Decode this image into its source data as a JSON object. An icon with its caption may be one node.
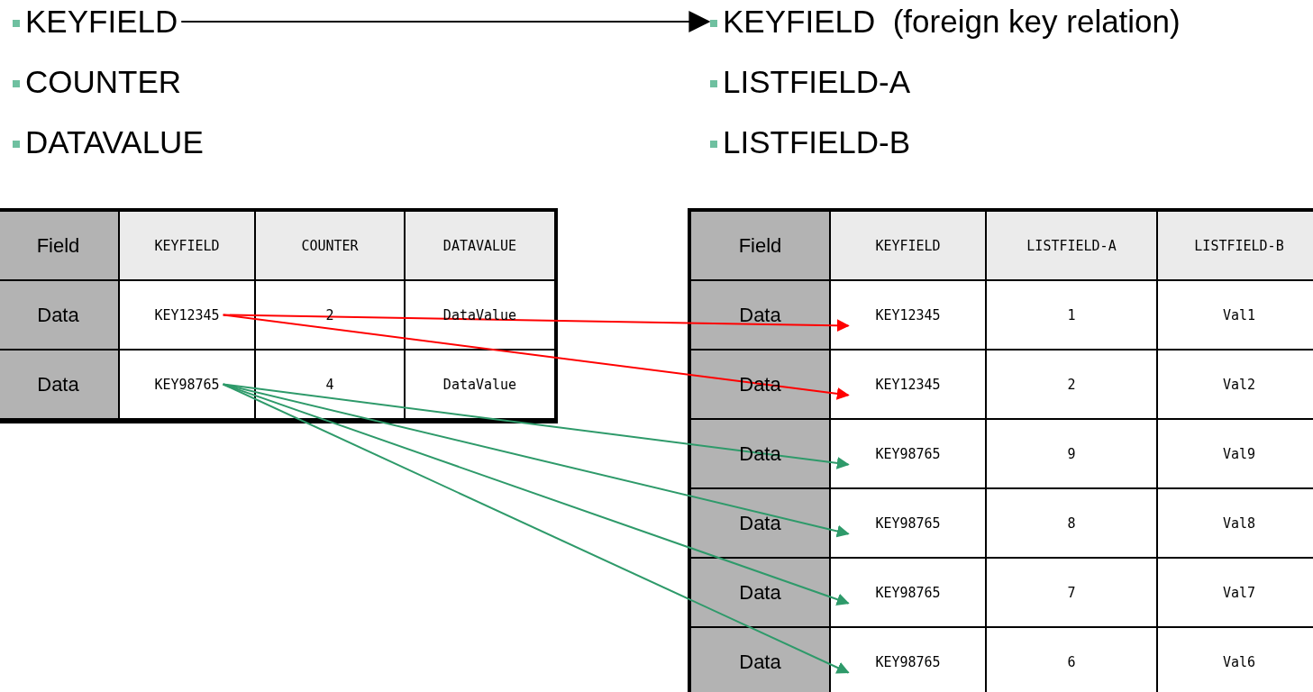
{
  "diagram": {
    "nodes": [
      {
        "text": [
          "KEYFIELD"
        ]
      },
      {
        "text": [
          "KEYFIELD  (foreign key relation)"
        ]
      },
      {
        "text": [
          "KEY12345"
        ]
      },
      {
        "text": [
          "KEY98765"
        ]
      },
      {
        "text": [
          "KEY12345"
        ]
      },
      {
        "text": [
          "KEY12345"
        ]
      },
      {
        "text": [
          "KEY98765"
        ]
      },
      {
        "text": [
          "KEY98765"
        ]
      },
      {
        "text": [
          "KEY98765"
        ]
      },
      {
        "text": [
          "KEY98765"
        ]
      }
    ],
    "edges": [
      {
        "from": 0,
        "to": 1,
        "arrow": "to",
        "color": "#000000"
      },
      {
        "from": 2,
        "to": 4,
        "arrow": "to",
        "color": "#ff0000"
      },
      {
        "from": 2,
        "to": 5,
        "arrow": "to",
        "color": "#ff0000"
      },
      {
        "from": 3,
        "to": 6,
        "arrow": "to",
        "color": "#2e9a6a"
      },
      {
        "from": 3,
        "to": 7,
        "arrow": "to",
        "color": "#2e9a6a"
      },
      {
        "from": 3,
        "to": 8,
        "arrow": "to",
        "color": "#2e9a6a"
      },
      {
        "from": 3,
        "to": 9,
        "arrow": "to",
        "color": "#2e9a6a"
      }
    ],
    "labels": [
      "COUNTER",
      "LISTFIELD-A",
      "DATAVALUE",
      "LISTFIELD-B",
      "Field",
      "KEYFIELD",
      "COUNTER",
      "DATAVALUE",
      "Data",
      "2",
      "DataValue",
      "Data",
      "4",
      "DataValue",
      "Field",
      "KEYFIELD",
      "LISTFIELD-A",
      "LISTFIELD-B",
      "Data",
      "1",
      "Val1",
      "Data",
      "2",
      "Val2",
      "Data",
      "9",
      "Val9",
      "Data",
      "8",
      "Val8",
      "Data",
      "7",
      "Val7",
      "Data",
      "6",
      "Val6"
    ]
  }
}
